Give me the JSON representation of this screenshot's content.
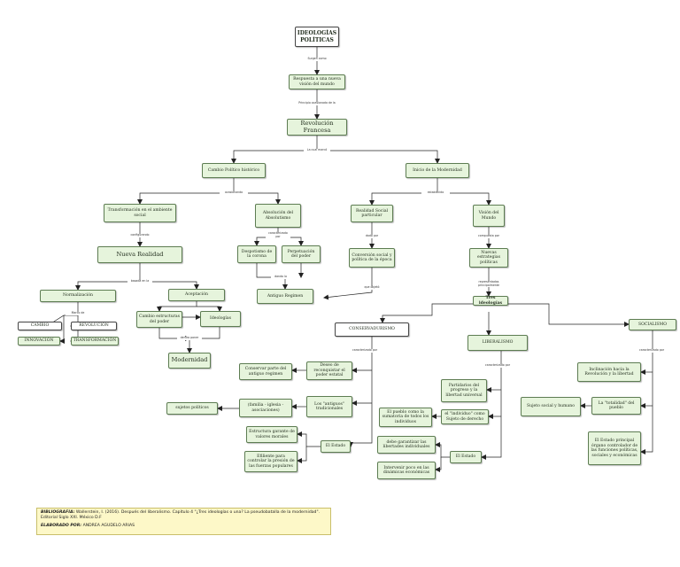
{
  "nodes": {
    "ideologias_politicas": "IDEOLOGÍAS POLÍTICAS",
    "respuesta": "Respuesta a una nueva visión del mundo",
    "revolucion_francesa": "Revolución Francesa",
    "cambio_politico": "Cambio Político histórico",
    "inicio_modernidad": "Inicio de la Modernidad",
    "transformacion": "Transformación en el ambiente social",
    "absolucion": "Absolución del Absolutismo",
    "realidad_social": "Realidad Social particular",
    "vision_mundo": "Visión del Mundo",
    "nueva_realidad": "Nueva Realidad",
    "despotismo": "Despotismo de la corona",
    "perpetuacion": "Perpetuación del poder",
    "conversion": "Conversión social y política de la época",
    "nuevas_estrategias": "Nuevas estrategias políticas",
    "antiguo_regimen": "Antiguo Regimen",
    "normalizacion": "Normalización",
    "aceptacion": "Aceptación",
    "tres_ideologias": "Tres ideologías",
    "cambio": "CAMBIO",
    "revolucion": "REVOLUCIÓN",
    "innovacion": "INNOVACIÓN",
    "transformacion_caps": "TRANSFORMACIÓN",
    "cambio_estructuras": "Cambio estructuras del poder",
    "ideologias": "Ideologías",
    "modernidad": "Modernidad",
    "conservadurismo": "CONSERVADURISMO",
    "liberalismo": "LIBERALISMO",
    "socialismo": "SOCIALISMO",
    "conservar_parte": "Conservar parte del antiguo regimen",
    "deseo_reconquistar": "Deseo de reconquistar el poder estatal",
    "sujetos_politicos": "sujetos políticos",
    "familia_iglesia": "(familia - iglesia - asociaciones)",
    "los_antiguos": "Los \"antiguos\" tradicionales",
    "estructura_garante": "Estructura garante de valores morales",
    "efiliente": "Efiliente para controlar la presión de las fuerzas populares",
    "el_estado_cons": "El Estado",
    "partidarios": "Partidarios del progreso y la libertad universal",
    "el_pueblo": "El pueblo como la sumatoria de todos los individuos",
    "el_individuo": "el \"individuo\" como Sujeto de derecho",
    "debe_garantizar": "debe garantizar las libertades individuales",
    "el_estado_lib": "El Estado",
    "intervenir": "Intervenir poco en las dinámicas económicas",
    "inclinacion": "Inclinación hacia la Revolución y la libertad",
    "sujeto_social": "Sujeto social y humano",
    "la_totalidad": "La \"totalidad\" del pueblo",
    "el_estado_soc": "El Estado principal órgano controlador de las funciones políticas, sociales y económicas"
  },
  "labels": {
    "surgen_como": "Surgen como",
    "promovida_por": "Principio ocasionada de la",
    "la_cual_marco": "La cual marcó",
    "ocasionando": "ocasionando",
    "establecio": "establecido",
    "configurando": "configurando",
    "caracterizado_por_1": "caracterizado por",
    "dado_por": "dado por",
    "compuesta_por": "compuesta por",
    "basada_en": "basada en la",
    "dando_lo": "dando lo",
    "que_objeto": "que objetó",
    "representadas_principalmente": "representadas principalmente",
    "marco_de": "Marco de",
    "dentro_poner": "dentro poner",
    "caracterizado_por_cons": "caracterizado por",
    "caracterizado_por_lib": "caracterizado por",
    "caracterizado_por_soc": "caracterizado por"
  },
  "bibliography": {
    "bib_label": "BIBLIOGRAFIA:",
    "bib_text": "Wallerstein, I. (2016). Después del liberalismo. Capítulo 4 \"¿Tres ideologías o una? La pseudobatalla de la modernidad\". Editorial Siglo XXI. México D.F",
    "author_label": "ELABORADO POR:",
    "author_text": "ANDREA AGUDELO ARIAS"
  },
  "colors": {
    "node_fill": "#e6f4dc",
    "node_border": "#5d7c52",
    "edge": "#222222",
    "bib_fill": "#fdf8c8"
  }
}
